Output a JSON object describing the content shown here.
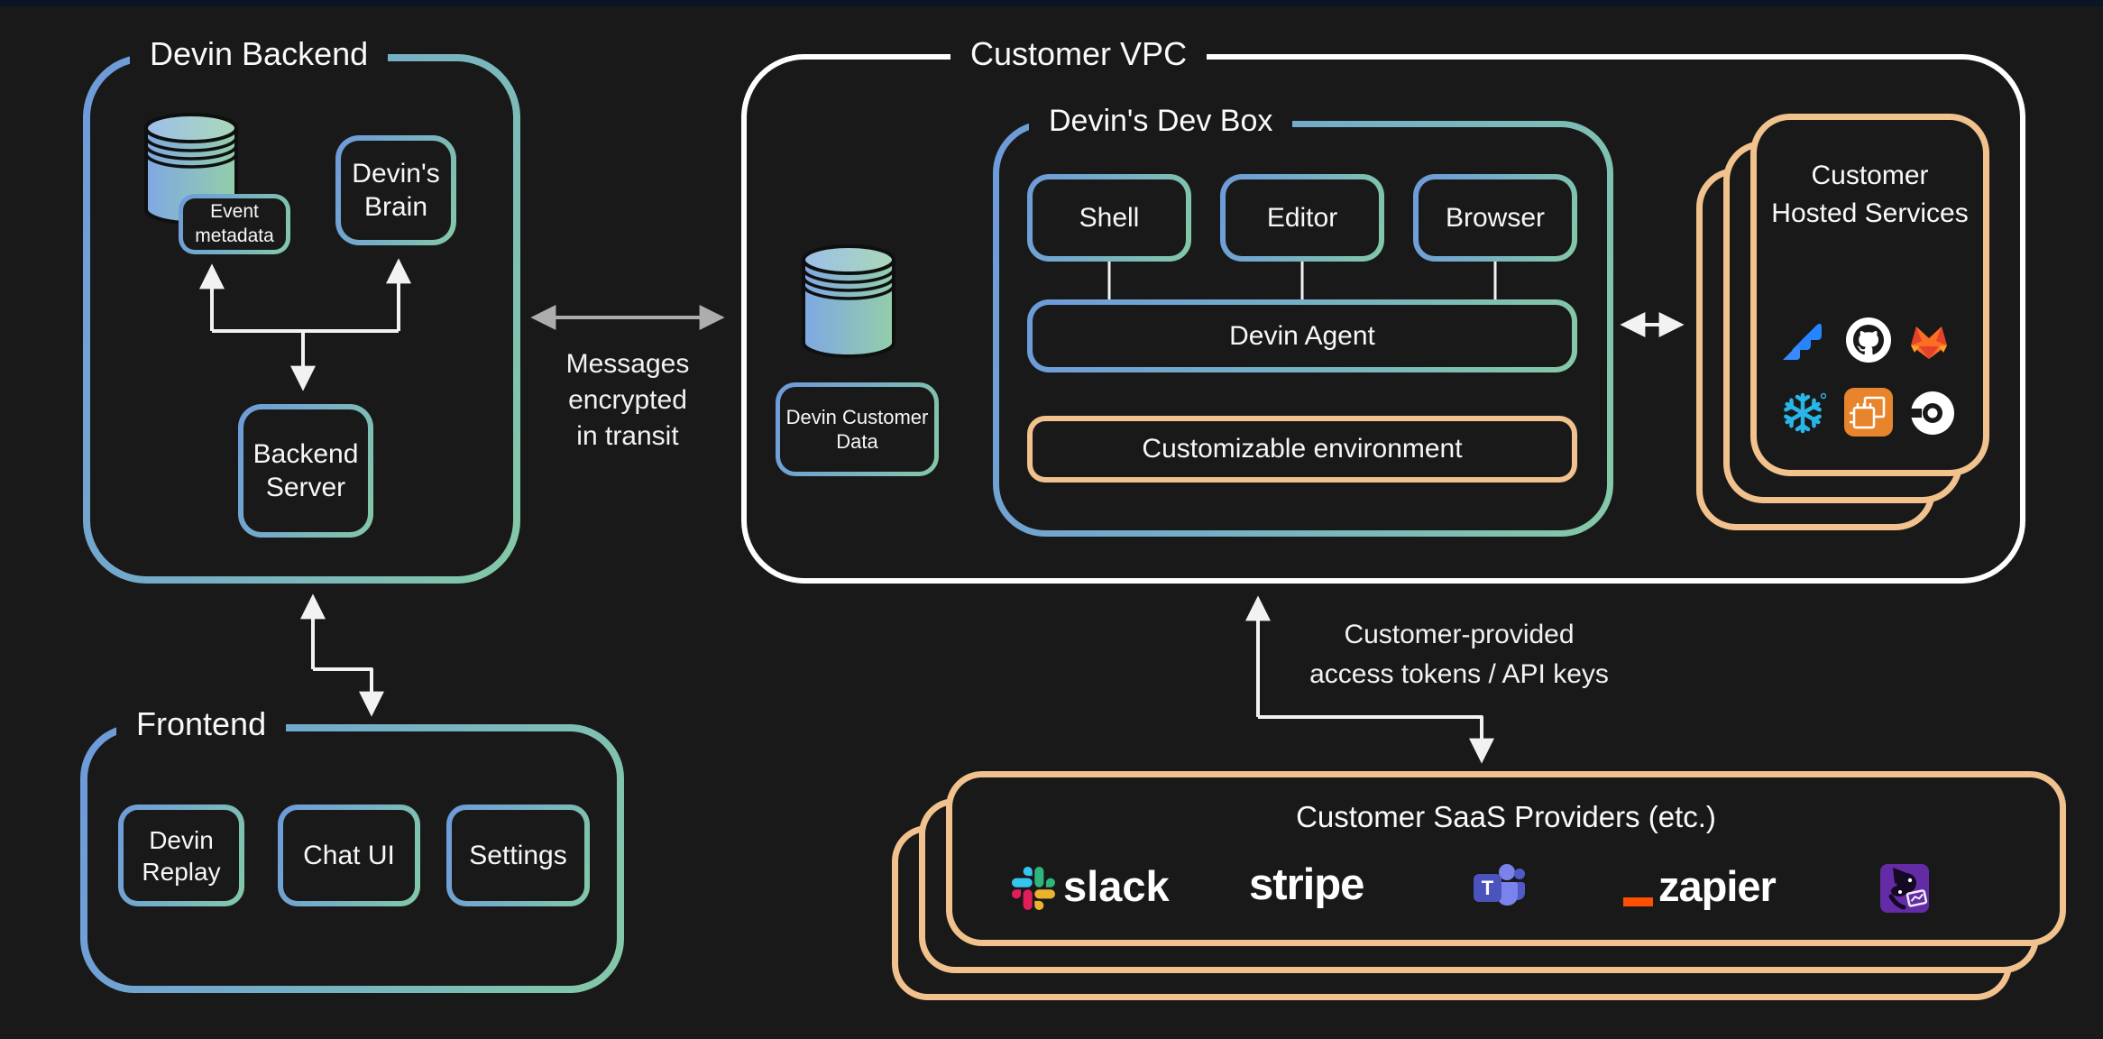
{
  "backend": {
    "title": "Devin Backend",
    "event_metadata": "Event metadata",
    "brain": "Devin's Brain",
    "server": "Backend Server"
  },
  "frontend": {
    "title": "Frontend",
    "items": [
      "Devin Replay",
      "Chat UI",
      "Settings"
    ]
  },
  "annotations": {
    "messages": [
      "Messages",
      "encrypted",
      "in transit"
    ],
    "tokens": [
      "Customer-provided",
      "access tokens / API keys"
    ]
  },
  "vpc": {
    "title": "Customer VPC",
    "customer_data": "Devin Customer Data",
    "devbox": {
      "title": "Devin's Dev Box",
      "tools": [
        "Shell",
        "Editor",
        "Browser"
      ],
      "agent": "Devin Agent",
      "environment": "Customizable environment"
    }
  },
  "hosted": {
    "title": "Customer Hosted Services",
    "icons": [
      "jira-icon",
      "github-icon",
      "gitlab-icon",
      "snowflake-icon",
      "aws-ec2-icon",
      "circleci-icon"
    ]
  },
  "saas": {
    "title": "Customer SaaS Providers (etc.)",
    "slack_label": "slack",
    "stripe_label": "stripe",
    "zapier_label": "zapier",
    "teams_letter": "T",
    "providers": [
      "slack",
      "stripe",
      "microsoft-teams",
      "zapier",
      "datadog"
    ]
  },
  "colors": {
    "background": "#191919",
    "accent_blue": "#6E9ADB",
    "accent_green": "#84C9A6",
    "accent_orange": "#F1C28E",
    "vpc_border": "#FFFFFF",
    "arrow_white": "#F2F2F2",
    "arrow_gray": "#ADADAD"
  }
}
